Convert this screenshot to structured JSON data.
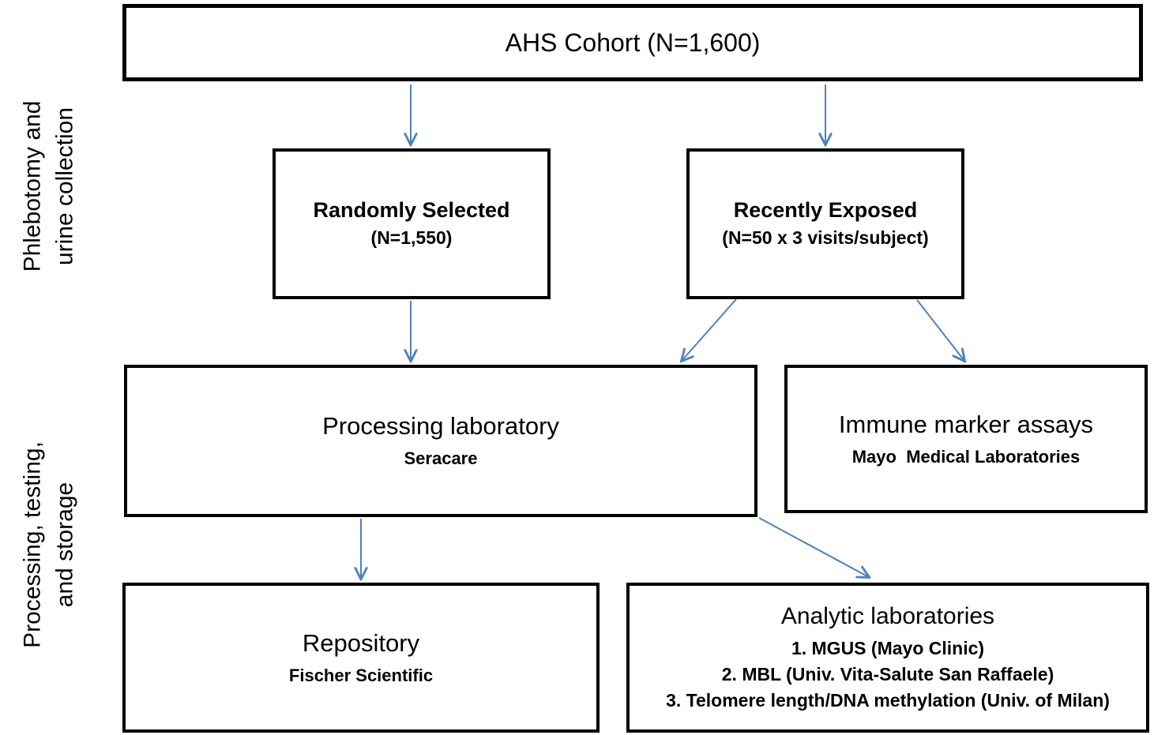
{
  "diagram": {
    "arrow_color": "#4f81bd",
    "box_border_color": "#000000",
    "side_labels": [
      {
        "lines": [
          "Phlebotomy and",
          "urine collection"
        ]
      },
      {
        "lines": [
          "Processing, testing,",
          "and storage"
        ]
      }
    ],
    "boxes": {
      "cohort": {
        "title": "AHS Cohort (N=1,600)"
      },
      "randomly_selected": {
        "title": "Randomly Selected",
        "subtitle": "(N=1,550)"
      },
      "recently_exposed": {
        "title": "Recently Exposed",
        "subtitle": "(N=50 x 3 visits/subject)"
      },
      "processing_lab": {
        "title": "Processing laboratory",
        "subtitle": "Seracare"
      },
      "immune_assays": {
        "title": "Immune marker assays",
        "subtitle": "Mayo  Medical Laboratories"
      },
      "repository": {
        "title": "Repository",
        "subtitle": "Fischer Scientific"
      },
      "analytic_labs": {
        "title": "Analytic laboratories",
        "items": [
          "1. MGUS (Mayo Clinic)",
          "2. MBL (Univ. Vita-Salute San Raffaele)",
          "3. Telomere length/DNA methylation (Univ. of Milan)"
        ]
      }
    }
  }
}
